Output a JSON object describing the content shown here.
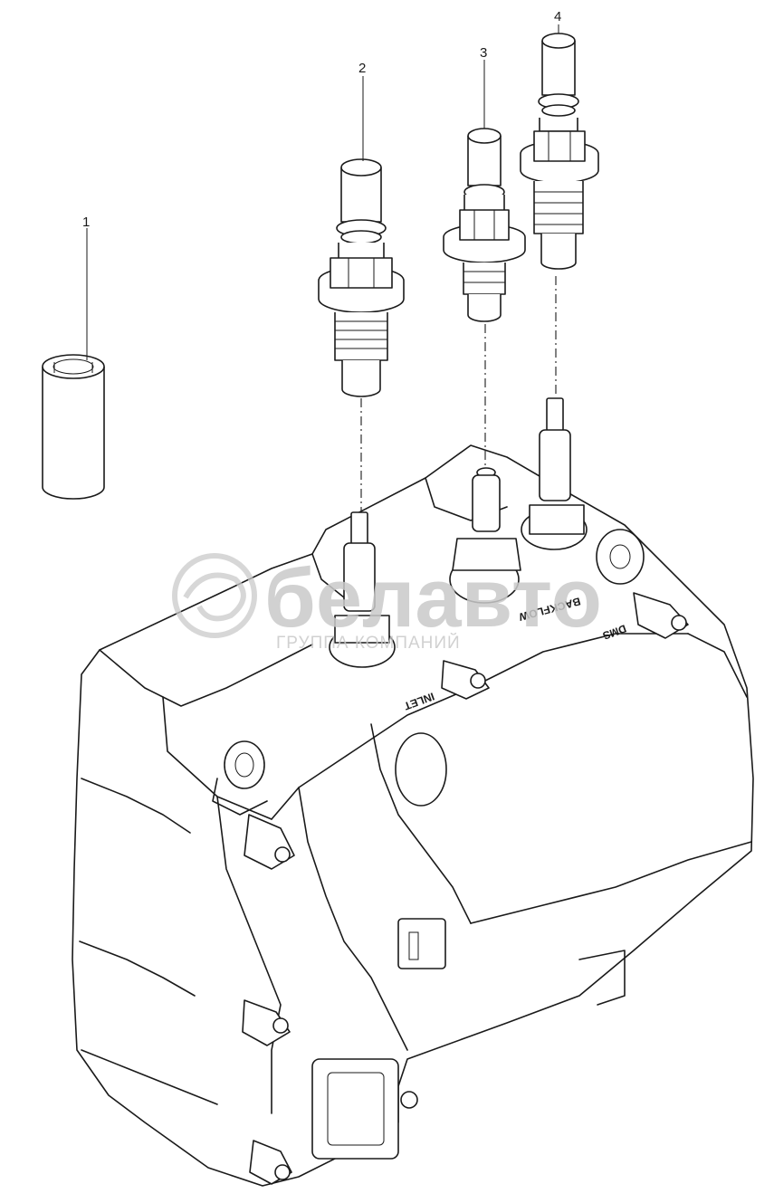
{
  "callouts": [
    {
      "label": "1"
    },
    {
      "label": "2"
    },
    {
      "label": "3"
    },
    {
      "label": "4"
    }
  ],
  "embossed": {
    "inlet": "INLET",
    "backflow": "BACKFLOW",
    "dms": "DMS"
  },
  "watermark": {
    "brand": "белавто",
    "tagline": "ГРУППА КОМПАНИЙ"
  },
  "colors": {
    "line": "#1a1a1a",
    "watermark": "#c9c9c9"
  }
}
